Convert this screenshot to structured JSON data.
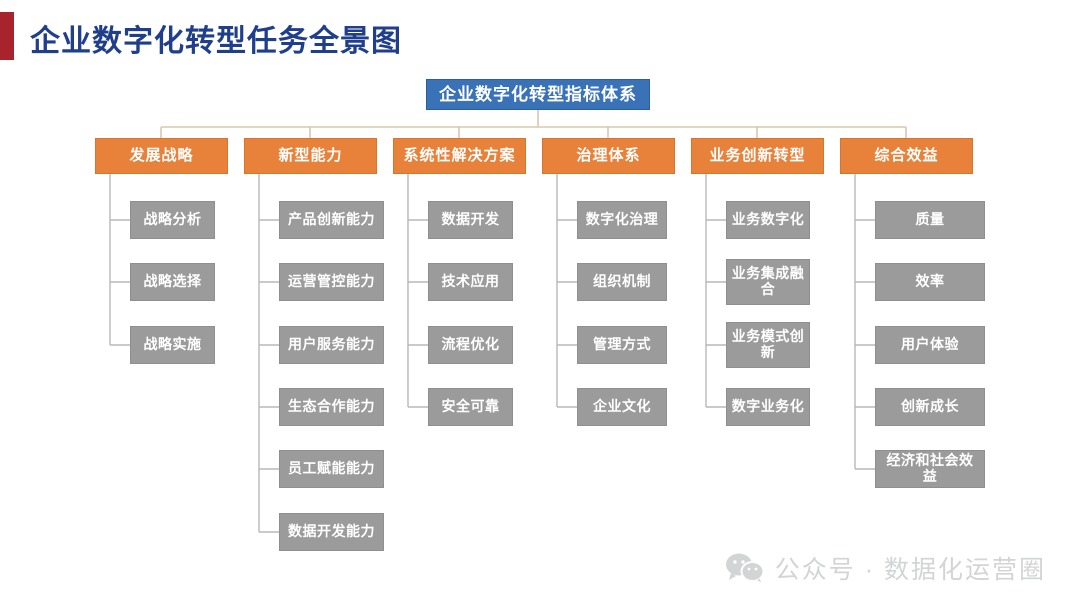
{
  "title": "企业数字化转型任务全景图",
  "accent_bar_color": "#a8232b",
  "title_color": "#1f3e8c",
  "colors": {
    "root": "#3a72b8",
    "category": "#e8823a",
    "leaf": "#9b9b9b",
    "connector": "#d8c7ae",
    "leaf_connector": "#b8b8b8",
    "watermark": "#d2d4d6"
  },
  "chart_data": {
    "type": "tree",
    "root": "企业数字化转型指标体系",
    "branches": [
      {
        "label": "发展战略",
        "children": [
          "战略分析",
          "战略选择",
          "战略实施"
        ]
      },
      {
        "label": "新型能力",
        "children": [
          "产品创新能力",
          "运营管控能力",
          "用户服务能力",
          "生态合作能力",
          "员工赋能能力",
          "数据开发能力"
        ]
      },
      {
        "label": "系统性解决方案",
        "children": [
          "数据开发",
          "技术应用",
          "流程优化",
          "安全可靠"
        ]
      },
      {
        "label": "治理体系",
        "children": [
          "数字化治理",
          "组织机制",
          "管理方式",
          "企业文化"
        ]
      },
      {
        "label": "业务创新转型",
        "children": [
          "业务数字化",
          "业务集成融合",
          "业务模式创新",
          "数字业务化"
        ]
      },
      {
        "label": "综合效益",
        "children": [
          "质量",
          "效率",
          "用户体验",
          "创新成长",
          "经济和社会效益"
        ]
      }
    ]
  },
  "watermark": {
    "icon": "wechat-icon",
    "text": "公众号 · 数据化运营圈"
  }
}
